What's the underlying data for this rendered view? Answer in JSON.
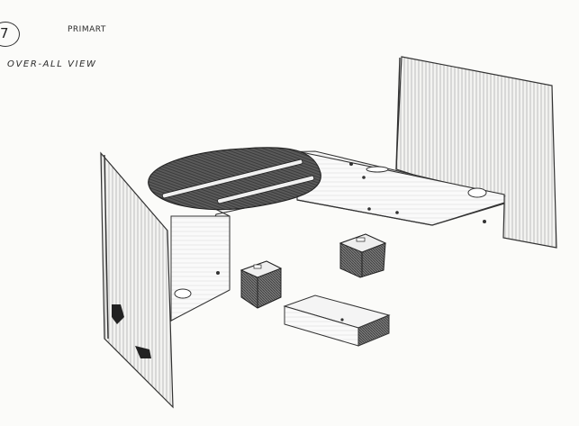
{
  "header": {
    "sheet_number": "7",
    "title": "PRIMART",
    "subtitle": "OVER-ALL VIEW"
  },
  "colors": {
    "ink": "#2a2a2a",
    "paper": "#fbfbf9",
    "dark_fill": "#4a4a4a"
  }
}
